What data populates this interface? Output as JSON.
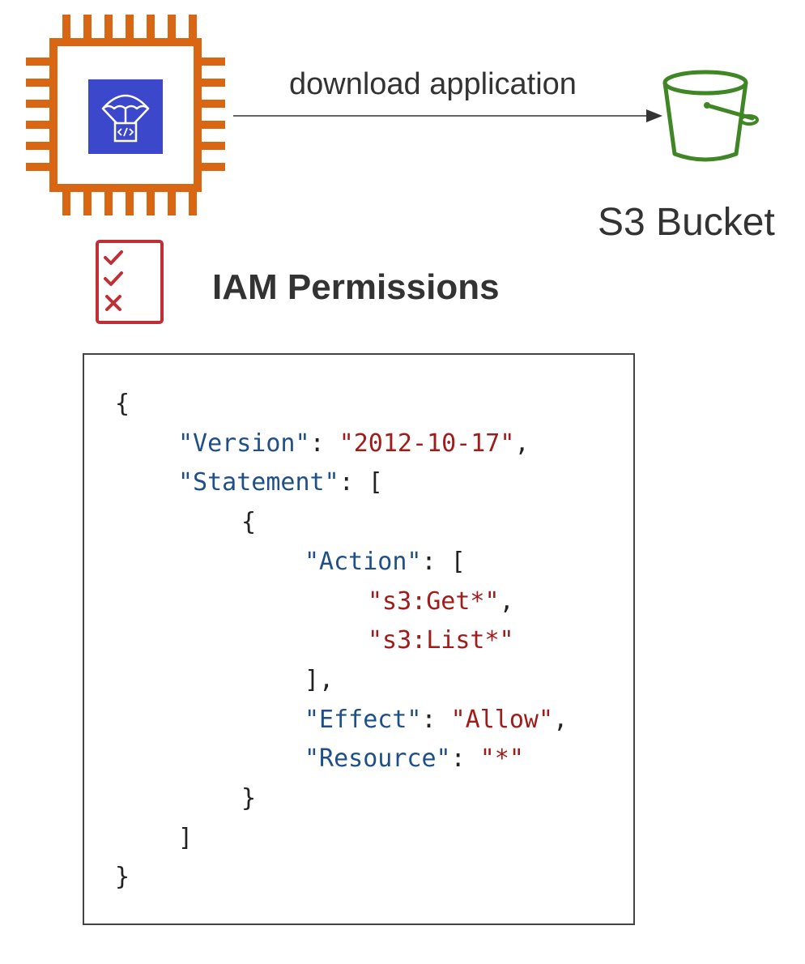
{
  "diagram": {
    "compute": {
      "icon": "ec2-instance-chip-icon",
      "inner_icon": "codedeploy-parachute-icon",
      "accent": "#d86613",
      "inner_color": "#3b48cc"
    },
    "edge": {
      "label": "download application",
      "direction": "compute-to-bucket"
    },
    "bucket": {
      "icon": "s3-bucket-icon",
      "label": "S3 Bucket",
      "color": "#3f8624"
    },
    "permissions": {
      "icon": "checklist-icon",
      "label": "IAM Permissions",
      "color": "#bf2f36"
    }
  },
  "policy": {
    "lines": [
      {
        "indent": 0,
        "tokens": [
          {
            "t": "{",
            "c": "p"
          }
        ]
      },
      {
        "indent": 1,
        "tokens": [
          {
            "t": "\"Version\"",
            "c": "k"
          },
          {
            "t": ": ",
            "c": "p"
          },
          {
            "t": "\"2012-10-17\"",
            "c": "s"
          },
          {
            "t": ",",
            "c": "p"
          }
        ]
      },
      {
        "indent": 1,
        "tokens": [
          {
            "t": "\"Statement\"",
            "c": "k"
          },
          {
            "t": ": [",
            "c": "p"
          }
        ]
      },
      {
        "indent": 2,
        "tokens": [
          {
            "t": "{",
            "c": "p"
          }
        ]
      },
      {
        "indent": 3,
        "tokens": [
          {
            "t": "\"Action\"",
            "c": "k"
          },
          {
            "t": ": [",
            "c": "p"
          }
        ]
      },
      {
        "indent": 4,
        "tokens": [
          {
            "t": "\"s3:Get*\"",
            "c": "s"
          },
          {
            "t": ",",
            "c": "p"
          }
        ]
      },
      {
        "indent": 4,
        "tokens": [
          {
            "t": "\"s3:List*\"",
            "c": "s"
          }
        ]
      },
      {
        "indent": 3,
        "tokens": [
          {
            "t": "],",
            "c": "p"
          }
        ]
      },
      {
        "indent": 3,
        "tokens": [
          {
            "t": "\"Effect\"",
            "c": "k"
          },
          {
            "t": ": ",
            "c": "p"
          },
          {
            "t": "\"Allow\"",
            "c": "s"
          },
          {
            "t": ",",
            "c": "p"
          }
        ]
      },
      {
        "indent": 3,
        "tokens": [
          {
            "t": "\"Resource\"",
            "c": "k"
          },
          {
            "t": ": ",
            "c": "p"
          },
          {
            "t": "\"*\"",
            "c": "s"
          }
        ]
      },
      {
        "indent": 2,
        "tokens": [
          {
            "t": "}",
            "c": "p"
          }
        ]
      },
      {
        "indent": 1,
        "tokens": [
          {
            "t": "]",
            "c": "p"
          }
        ]
      },
      {
        "indent": 0,
        "tokens": [
          {
            "t": "}",
            "c": "p"
          }
        ]
      }
    ]
  }
}
